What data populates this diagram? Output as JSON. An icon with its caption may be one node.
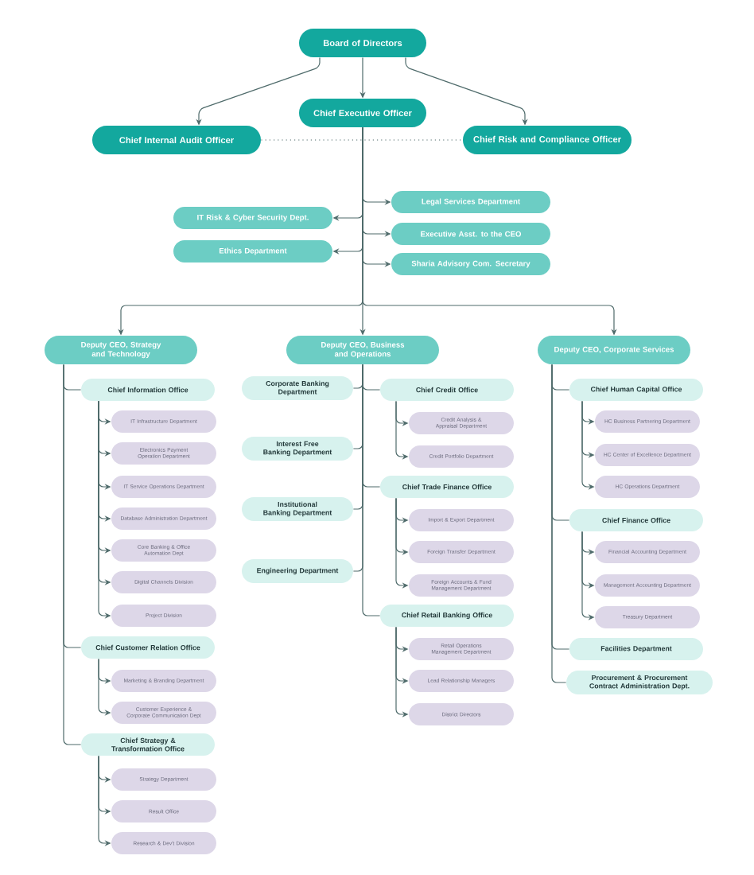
{
  "diagram": {
    "nodes": [
      {
        "text": [
          "Board of Directors"
        ]
      },
      {
        "text": [
          "Chief Executive Officer"
        ]
      },
      {
        "text": [
          "Chief Internal Audit Officer"
        ]
      },
      {
        "text": [
          "Chief Risk and Compliance Officer"
        ]
      },
      {
        "text": [
          "IT Risk & Cyber Security Dept."
        ]
      },
      {
        "text": [
          "Ethics Department"
        ]
      },
      {
        "text": [
          "Legal Services Department"
        ]
      },
      {
        "text": [
          "Executive Asst. to the CEO"
        ]
      },
      {
        "text": [
          "Sharia Advisory Com. Secretary"
        ]
      },
      {
        "text": [
          "Deputy CEO, Strategy and Technology"
        ]
      },
      {
        "text": [
          "Deputy CEO, Business and Operations"
        ]
      },
      {
        "text": [
          "Deputy CEO, Corporate Services"
        ]
      },
      {
        "text": [
          "Chief Information Office"
        ]
      },
      {
        "text": [
          "IT Infrastructure Department"
        ]
      },
      {
        "text": [
          "Electronics Payment Operation Department"
        ]
      },
      {
        "text": [
          "IT Service Operations Department"
        ]
      },
      {
        "text": [
          "Database Administration Department"
        ]
      },
      {
        "text": [
          "Core Banking & Office Automation Dept"
        ]
      },
      {
        "text": [
          "Digital Channels Division"
        ]
      },
      {
        "text": [
          "Project Division"
        ]
      },
      {
        "text": [
          "Chief Customer Relation Office"
        ]
      },
      {
        "text": [
          "Marketing & Branding Department"
        ]
      },
      {
        "text": [
          "Customer Experience & Corporate Communication Dept"
        ]
      },
      {
        "text": [
          "Chief Strategy & Transformation Office"
        ]
      },
      {
        "text": [
          "Strategy Department"
        ]
      },
      {
        "text": [
          "Result Office"
        ]
      },
      {
        "text": [
          "Research & Dev't Division"
        ]
      },
      {
        "text": [
          "Corporate Banking Department"
        ]
      },
      {
        "text": [
          "Interest Free Banking Department"
        ]
      },
      {
        "text": [
          "Institutional Banking Department"
        ]
      },
      {
        "text": [
          "Engineering Department"
        ]
      },
      {
        "text": [
          "Chief Credit Office"
        ]
      },
      {
        "text": [
          "Credit Analysis & Appraisal Department"
        ]
      },
      {
        "text": [
          "Credit Portfolio Department"
        ]
      },
      {
        "text": [
          "Chief Trade Finance Office"
        ]
      },
      {
        "text": [
          "Import & Export Department"
        ]
      },
      {
        "text": [
          "Foreign Transfer Department"
        ]
      },
      {
        "text": [
          "Foreign Accounts & Fund Management Department"
        ]
      },
      {
        "text": [
          "Chief Retail Banking Office"
        ]
      },
      {
        "text": [
          "Retail Operations Management Department"
        ]
      },
      {
        "text": [
          "Lead Relationship Managers"
        ]
      },
      {
        "text": [
          "District Directors"
        ]
      },
      {
        "text": [
          "Chief Human Capital Office"
        ]
      },
      {
        "text": [
          "HC Business Partnering Department"
        ]
      },
      {
        "text": [
          "HC Center of Excellence Department"
        ]
      },
      {
        "text": [
          "HC Operations Department"
        ]
      },
      {
        "text": [
          "Chief Finance Office"
        ]
      },
      {
        "text": [
          "Financial Accounting Department"
        ]
      },
      {
        "text": [
          "Management Accounting Department"
        ]
      },
      {
        "text": [
          "Treasury Department"
        ]
      },
      {
        "text": [
          "Facilities Department"
        ]
      },
      {
        "text": [
          "Procurement & Procurement Contract Administration Dept."
        ]
      }
    ],
    "edges": [
      {
        "from": 0,
        "to": 1,
        "arrow": "to"
      },
      {
        "from": 0,
        "to": 2,
        "arrow": "to"
      },
      {
        "from": 0,
        "to": 3,
        "arrow": "to"
      },
      {
        "from": 2,
        "to": 3,
        "arrow": "none",
        "style": "dashed"
      },
      {
        "from": 1,
        "to": 4,
        "arrow": "to"
      },
      {
        "from": 1,
        "to": 5,
        "arrow": "to"
      },
      {
        "from": 1,
        "to": 6,
        "arrow": "to"
      },
      {
        "from": 1,
        "to": 7,
        "arrow": "to"
      },
      {
        "from": 1,
        "to": 8,
        "arrow": "to"
      },
      {
        "from": 1,
        "to": 9,
        "arrow": "to"
      },
      {
        "from": 1,
        "to": 10,
        "arrow": "to"
      },
      {
        "from": 1,
        "to": 11,
        "arrow": "to"
      },
      {
        "from": 9,
        "to": 12,
        "arrow": "none"
      },
      {
        "from": 12,
        "to": 13,
        "arrow": "to"
      },
      {
        "from": 12,
        "to": 14,
        "arrow": "to"
      },
      {
        "from": 12,
        "to": 15,
        "arrow": "to"
      },
      {
        "from": 12,
        "to": 16,
        "arrow": "to"
      },
      {
        "from": 12,
        "to": 17,
        "arrow": "to"
      },
      {
        "from": 12,
        "to": 18,
        "arrow": "to"
      },
      {
        "from": 12,
        "to": 19,
        "arrow": "to"
      },
      {
        "from": 9,
        "to": 20,
        "arrow": "none"
      },
      {
        "from": 20,
        "to": 21,
        "arrow": "to"
      },
      {
        "from": 20,
        "to": 22,
        "arrow": "to"
      },
      {
        "from": 9,
        "to": 23,
        "arrow": "none"
      },
      {
        "from": 23,
        "to": 24,
        "arrow": "to"
      },
      {
        "from": 23,
        "to": 25,
        "arrow": "to"
      },
      {
        "from": 23,
        "to": 26,
        "arrow": "to"
      },
      {
        "from": 10,
        "to": 27,
        "arrow": "none"
      },
      {
        "from": 10,
        "to": 28,
        "arrow": "none"
      },
      {
        "from": 10,
        "to": 29,
        "arrow": "none"
      },
      {
        "from": 10,
        "to": 30,
        "arrow": "none"
      },
      {
        "from": 10,
        "to": 31,
        "arrow": "none"
      },
      {
        "from": 31,
        "to": 32,
        "arrow": "to"
      },
      {
        "from": 31,
        "to": 33,
        "arrow": "to"
      },
      {
        "from": 10,
        "to": 34,
        "arrow": "none"
      },
      {
        "from": 34,
        "to": 35,
        "arrow": "to"
      },
      {
        "from": 34,
        "to": 36,
        "arrow": "to"
      },
      {
        "from": 34,
        "to": 37,
        "arrow": "to"
      },
      {
        "from": 10,
        "to": 38,
        "arrow": "none"
      },
      {
        "from": 38,
        "to": 39,
        "arrow": "to"
      },
      {
        "from": 38,
        "to": 40,
        "arrow": "to"
      },
      {
        "from": 38,
        "to": 41,
        "arrow": "to"
      },
      {
        "from": 11,
        "to": 42,
        "arrow": "none"
      },
      {
        "from": 42,
        "to": 43,
        "arrow": "to"
      },
      {
        "from": 42,
        "to": 44,
        "arrow": "to"
      },
      {
        "from": 42,
        "to": 45,
        "arrow": "to"
      },
      {
        "from": 11,
        "to": 46,
        "arrow": "none"
      },
      {
        "from": 46,
        "to": 47,
        "arrow": "to"
      },
      {
        "from": 46,
        "to": 48,
        "arrow": "to"
      },
      {
        "from": 46,
        "to": 49,
        "arrow": "to"
      },
      {
        "from": 11,
        "to": 50,
        "arrow": "none"
      },
      {
        "from": 11,
        "to": 51,
        "arrow": "none"
      }
    ]
  }
}
